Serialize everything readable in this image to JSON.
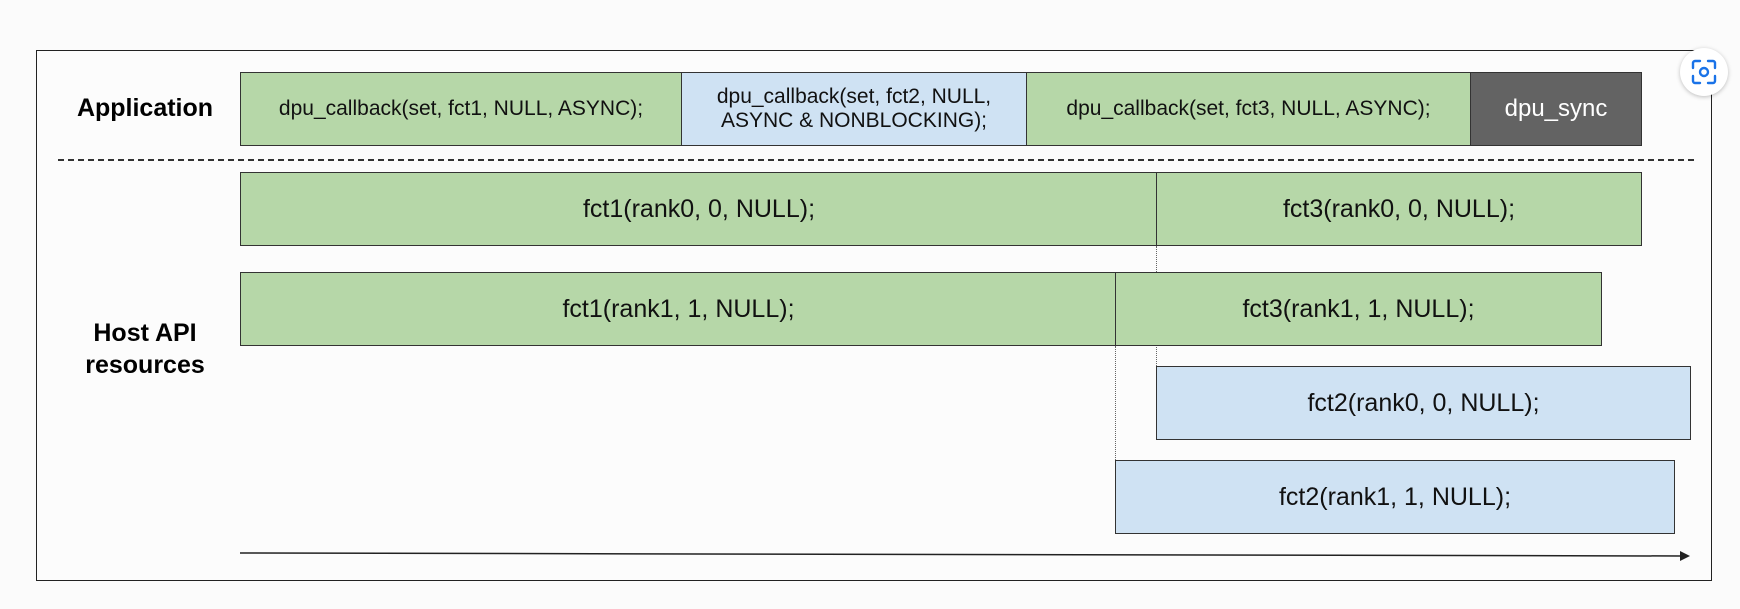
{
  "lanes": {
    "application": "Application",
    "host_api": "Host API\nresources"
  },
  "application_calls": [
    {
      "label": "dpu_callback(set, fct1, NULL, ASYNC);",
      "color": "green"
    },
    {
      "label": "dpu_callback(set, fct2, NULL,\nASYNC & NONBLOCKING);",
      "color": "blue"
    },
    {
      "label": "dpu_callback(set, fct3, NULL, ASYNC);",
      "color": "green"
    },
    {
      "label": "dpu_sync",
      "color": "dark"
    }
  ],
  "host_tasks": {
    "fct1_rank0": "fct1(rank0, 0, NULL);",
    "fct3_rank0": "fct3(rank0, 0, NULL);",
    "fct1_rank1": "fct1(rank1, 1, NULL);",
    "fct3_rank1": "fct3(rank1, 1, NULL);",
    "fct2_rank0": "fct2(rank0, 0, NULL);",
    "fct2_rank1": "fct2(rank1, 1, NULL);"
  },
  "colors": {
    "green": "#b6d7a8",
    "blue": "#cfe2f3",
    "dark": "#636363"
  },
  "icons": {
    "lens": "google-lens-icon",
    "time_axis": "arrow-right-icon"
  }
}
